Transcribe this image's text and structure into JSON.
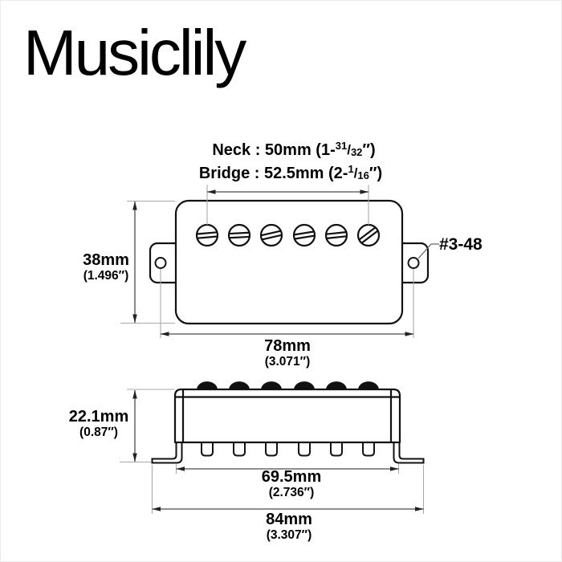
{
  "brand": {
    "name": "Musiclily"
  },
  "colors": {
    "background": "#ffffff",
    "outline": "#111111",
    "dimension_line": "#4a4a4a",
    "extension_line": "#a9a9a9",
    "text": "#000000"
  },
  "top_view": {
    "neck_spacing": {
      "prefix": "Neck : 50mm (1-",
      "numerator": "31",
      "slash": "/",
      "denominator": "32",
      "suffix": "″)"
    },
    "bridge_spacing": {
      "prefix": "Bridge : 52.5mm (2-",
      "numerator": "1",
      "slash": "/",
      "denominator": "16",
      "suffix": "″)"
    },
    "height": {
      "mm": "38mm",
      "inch": "(1.496″)"
    },
    "mounting_width": {
      "mm": "78mm",
      "inch": "(3.071″)"
    },
    "mounting_screw": "#3-48",
    "pole_count": 6
  },
  "side_view": {
    "height": {
      "mm": "22.1mm",
      "inch": "(0.87″)"
    },
    "baseplate_width": {
      "mm": "69.5mm",
      "inch": "(2.736″)"
    },
    "overall_width": {
      "mm": "84mm",
      "inch": "(3.307″)"
    }
  }
}
